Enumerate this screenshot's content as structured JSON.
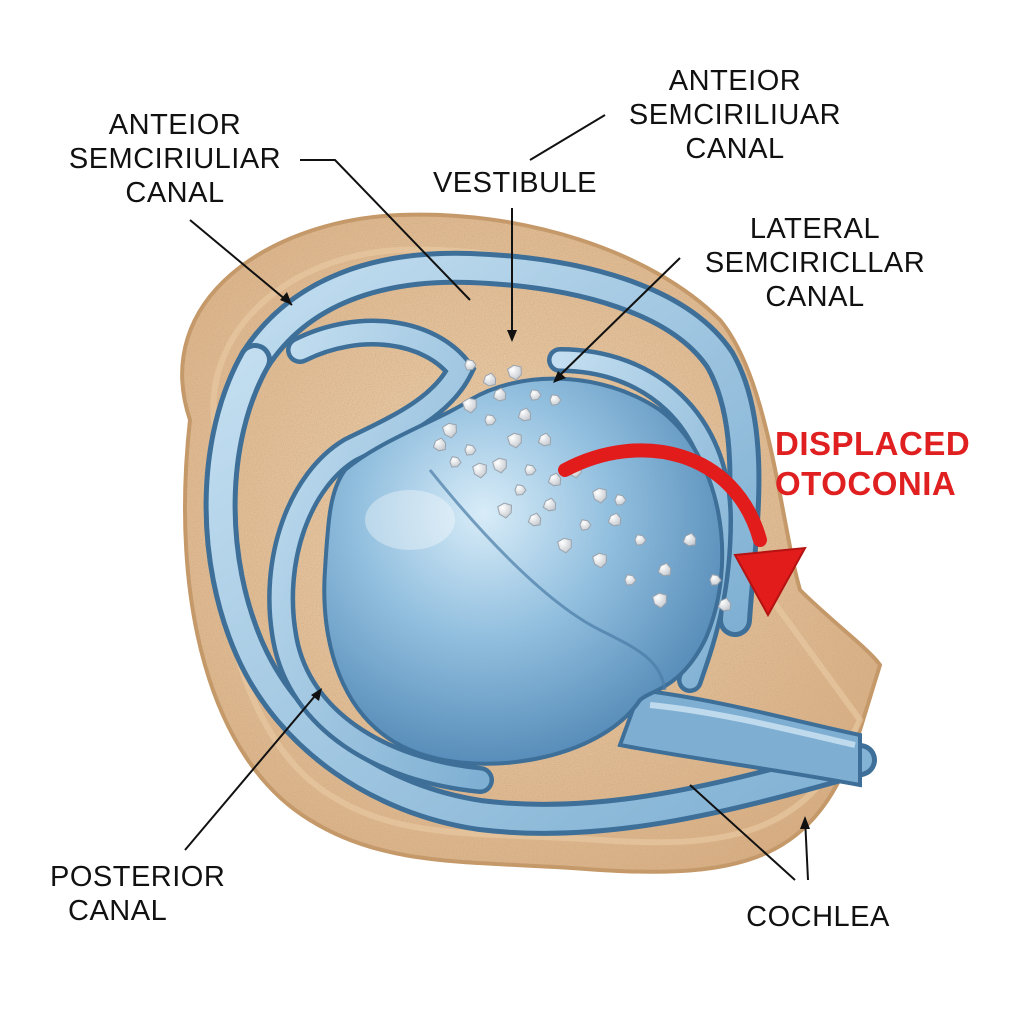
{
  "colors": {
    "bone": "#dcb48c",
    "bone_edge": "#c79a6c",
    "canal_fill": "#a7cbe3",
    "canal_edge": "#3d6f98",
    "vestibule_fill": "#8ab8d8",
    "otoconia": "#f4f4f4",
    "arrow": "#e21b1b",
    "leader_line": "#111111",
    "label_text": "#111111",
    "highlight_text": "#e02020"
  },
  "labels": {
    "anterior_left": {
      "line1": "ANTEIOR",
      "line2": "SEMCIRIULIAR",
      "line3": "CANAL"
    },
    "anterior_right": {
      "line1": "ANTEIOR",
      "line2": "SEMCIRILIUAR",
      "line3": "CANAL"
    },
    "vestibule": {
      "line1": "VESTIBULE"
    },
    "lateral": {
      "line1": "LATERAL",
      "line2": "SEMCIRICLLAR",
      "line3": "CANAL"
    },
    "displaced": {
      "line1": "DISPLACED",
      "line2": "OTOCONIA"
    },
    "posterior": {
      "line1": "POSTERIOR",
      "line2": "CANAL"
    },
    "cochlea": {
      "line1": "COCHLEA"
    }
  },
  "icons": {
    "otoconia": "crystal-cluster",
    "arrow": "curved-arrow-down-right"
  }
}
